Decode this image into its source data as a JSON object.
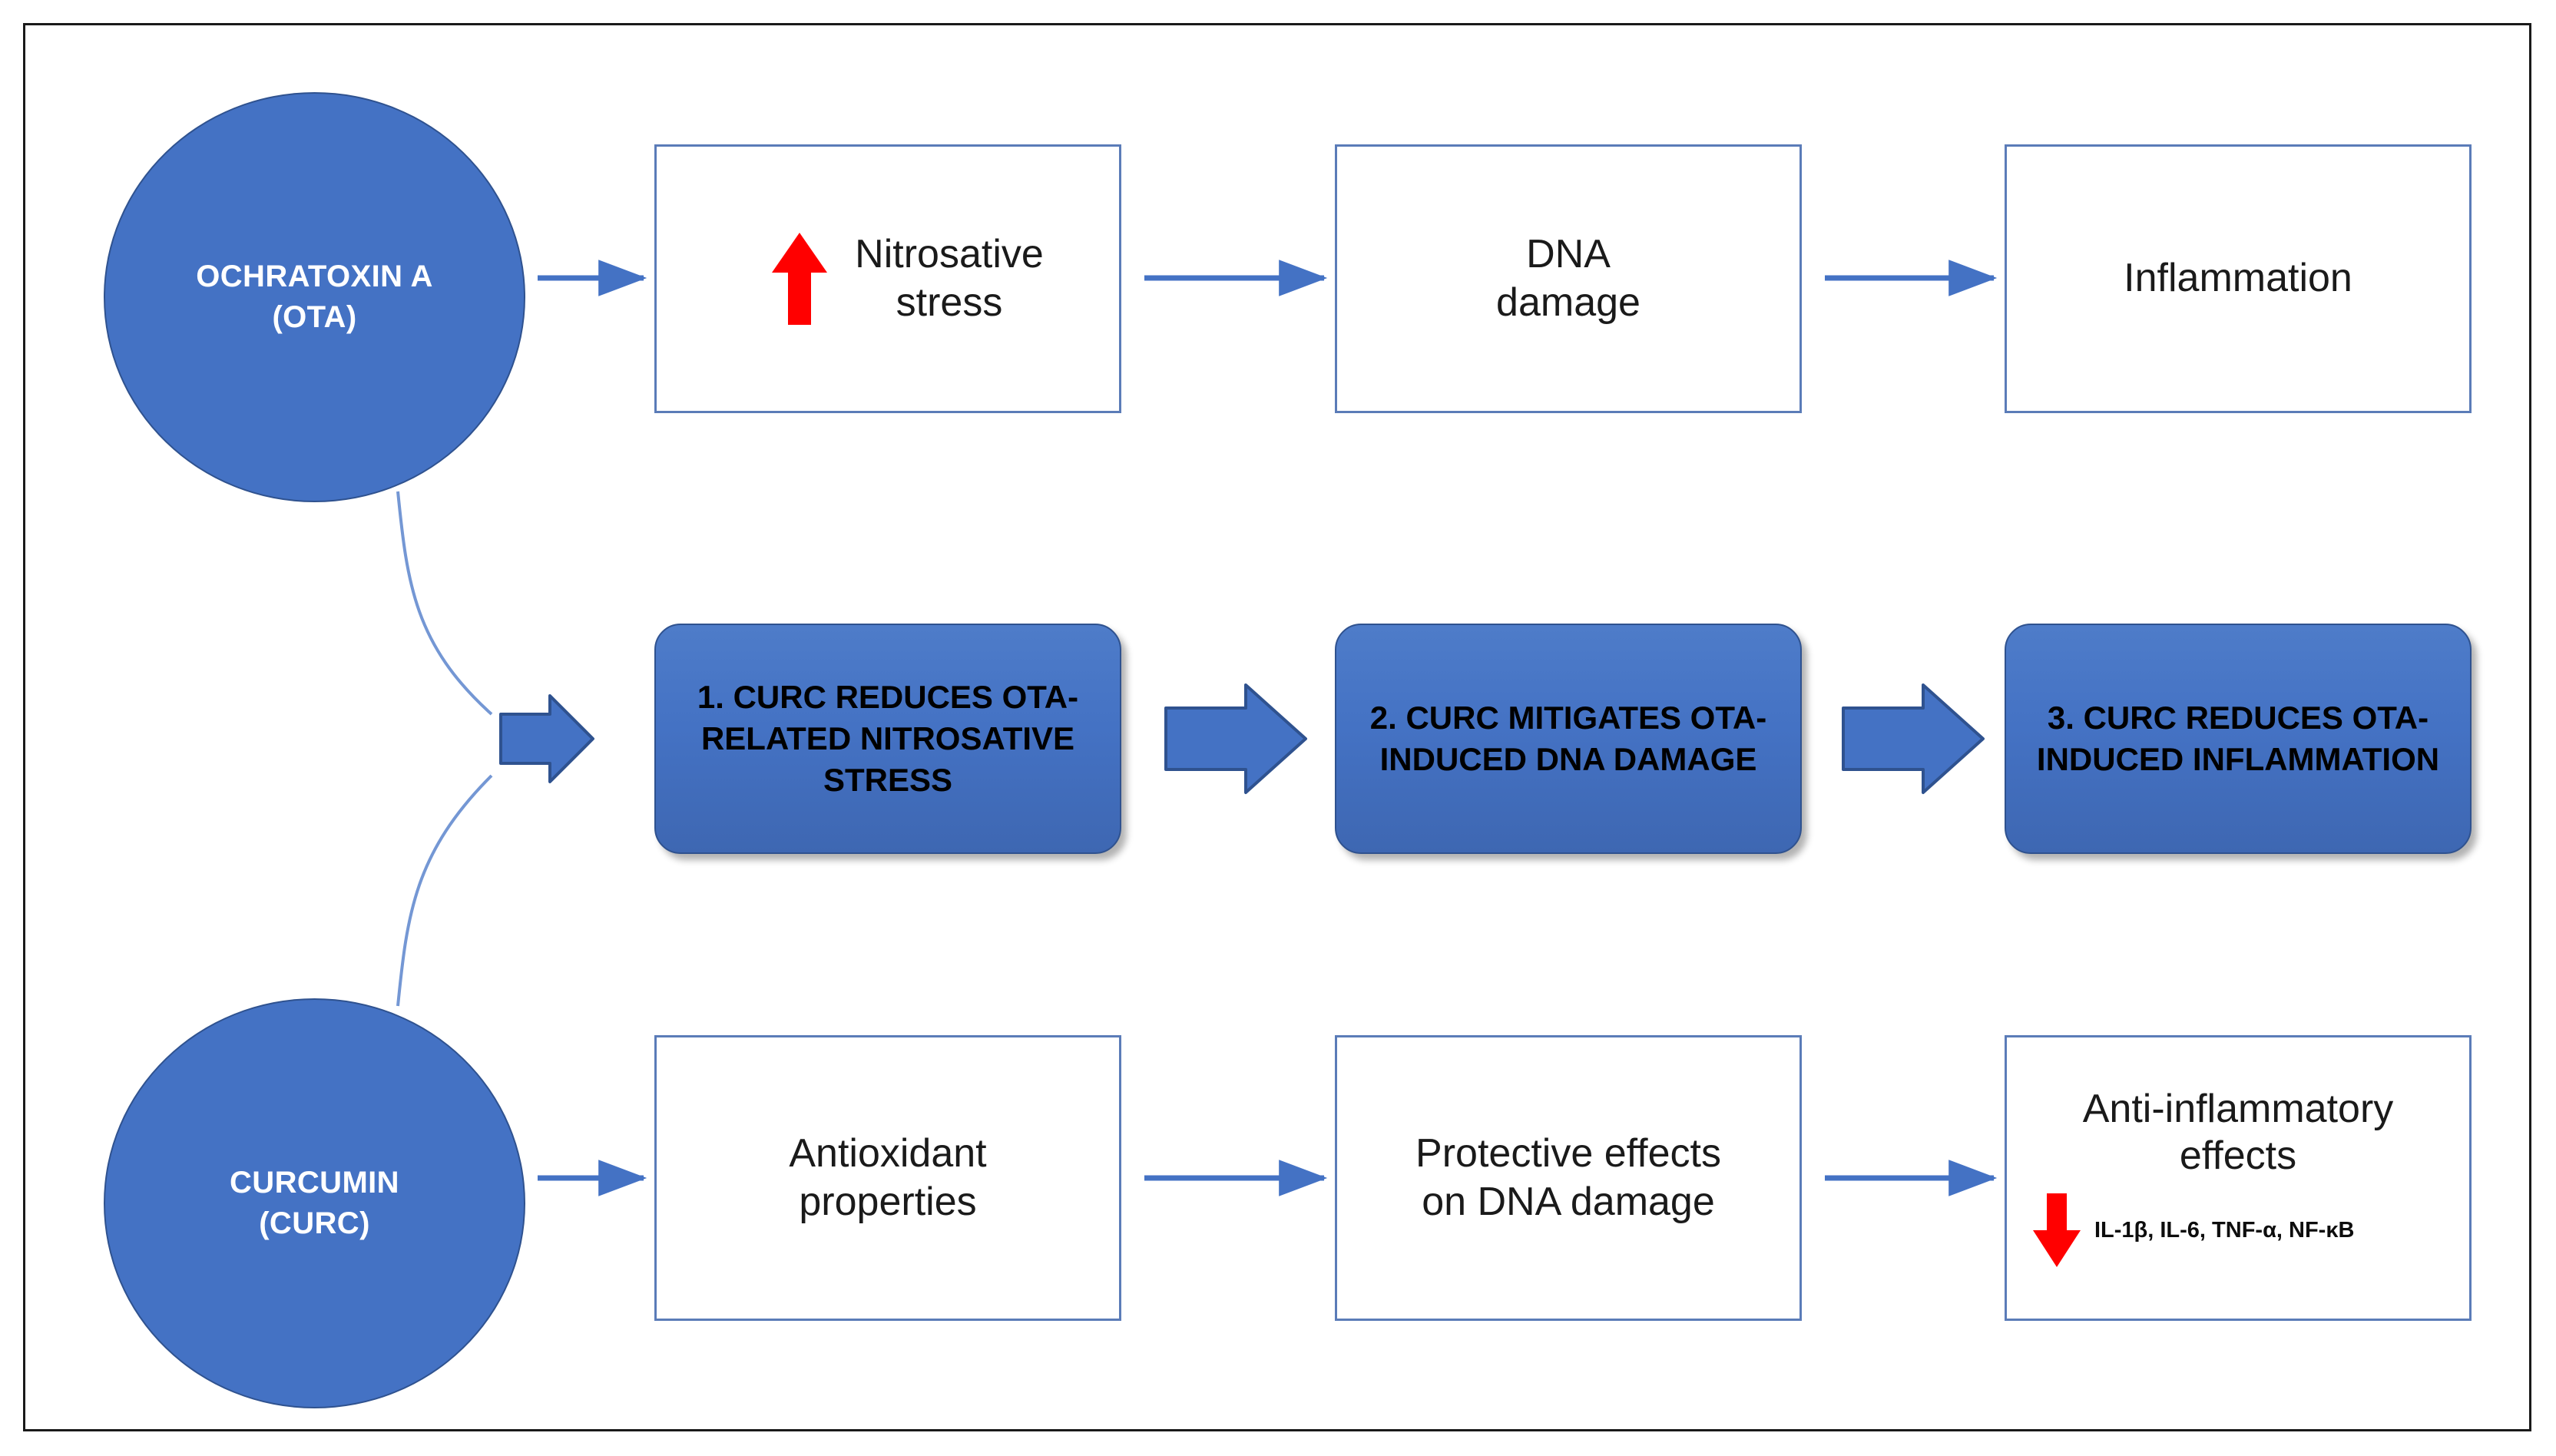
{
  "figure": {
    "frame_color": "#1a1a1a",
    "accent_blue": "#4472C4",
    "accent_blue_dark": "#2F528F",
    "box_border_blue": "#5B7CB8",
    "alert_red": "#FF0000"
  },
  "nodes": {
    "ota_circle": {
      "line1": "OCHRATOXIN A",
      "line2": "(OTA)"
    },
    "curc_circle": {
      "line1": "CURCUMIN",
      "line2": "(CURC)"
    }
  },
  "top_row": {
    "nitrosative": {
      "line1": "Nitrosative",
      "line2": "stress",
      "arrow_icon": "red-up-arrow-icon"
    },
    "dna_damage": {
      "line1": "DNA",
      "line2": "damage"
    },
    "inflammation": {
      "line1": "Inflammation"
    }
  },
  "middle_row": [
    {
      "label": "1. CURC REDUCES OTA-RELATED NITROSATIVE STRESS"
    },
    {
      "label": "2. CURC MITIGATES OTA-INDUCED DNA DAMAGE"
    },
    {
      "label": "3. CURC REDUCES OTA-INDUCED INFLAMMATION"
    }
  ],
  "bottom_row": {
    "antioxidant": {
      "line1": "Antioxidant",
      "line2": "properties"
    },
    "protective": {
      "line1": "Protective effects",
      "line2": "on DNA damage"
    },
    "anti_inflammatory": {
      "line1": "Anti-inflammatory",
      "line2": "effects",
      "cytokines": "IL-1β, IL-6, TNF-α, NF-κB",
      "arrow_icon": "red-down-arrow-icon"
    }
  },
  "connectors": {
    "thin_arrow_icon": "thin-right-arrow-icon",
    "block_arrow_icon": "block-right-arrow-icon",
    "curve_icon": "curved-connector-icon"
  }
}
